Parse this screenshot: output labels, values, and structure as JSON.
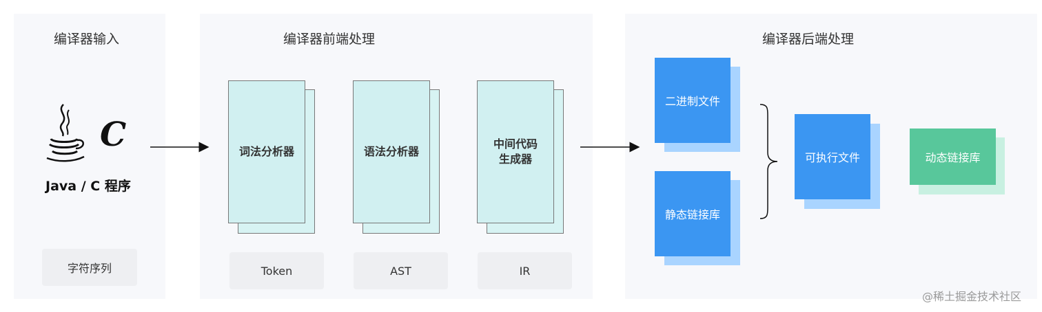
{
  "input_panel": {
    "title": "编译器输入",
    "program_label": "Java / C 程序",
    "c_logo": "C",
    "tag": "字符序列"
  },
  "frontend_panel": {
    "title": "编译器前端处理",
    "stages": [
      {
        "label": "词法分析器",
        "tag": "Token"
      },
      {
        "label": "语法分析器",
        "tag": "AST"
      },
      {
        "label_line1": "中间代码",
        "label_line2": "生成器",
        "tag": "IR"
      }
    ]
  },
  "backend_panel": {
    "title": "编译器后端处理",
    "binary_file": "二进制文件",
    "static_lib": "静态链接库",
    "executable": "可执行文件",
    "dynamic_lib": "动态链接库"
  },
  "colors": {
    "panel_bg": "#f7f8fb",
    "teal_card": "#d1f0f1",
    "blue_card": "#3b96f2",
    "green_card": "#58c79b"
  },
  "icons": [
    "java-coffee-cup-icon",
    "c-language-icon",
    "arrow-right-icon",
    "curly-brace-icon"
  ],
  "watermark": "@稀土掘金技术社区"
}
